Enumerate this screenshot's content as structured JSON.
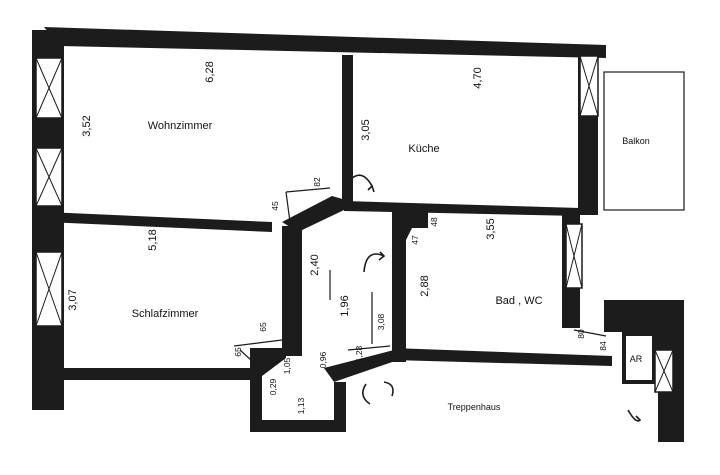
{
  "rooms": {
    "wohnzimmer": "Wohnzimmer",
    "kueche": "Küche",
    "balkon": "Balkon",
    "schlafzimmer": "Schlafzimmer",
    "bad_wc": "Bad , WC",
    "ar": "AR",
    "treppenhaus": "Treppenhaus"
  },
  "dimensions": {
    "wohnzimmer_width": "6,28",
    "wohnzimmer_depth": "3,52",
    "kueche_width": "4,70",
    "kueche_depth": "3,05",
    "schlafzimmer_width": "5,18",
    "schlafzimmer_depth": "3,07",
    "bad_width": "3,55",
    "bad_depth": "2,88",
    "door_82": "82",
    "door_45": "45",
    "flur_240": "2,40",
    "flur_196": "1,96",
    "flur_308": "3,08",
    "bad_47": "47",
    "bad_48": "48",
    "schlaf_65a": "65",
    "schlaf_65b": "65",
    "flur_029": "0,29",
    "flur_105": "1,05",
    "flur_096": "0,96",
    "flur_113": "1,13",
    "flur_128": "1,28",
    "ar_80": "80",
    "ar_84": "84"
  }
}
